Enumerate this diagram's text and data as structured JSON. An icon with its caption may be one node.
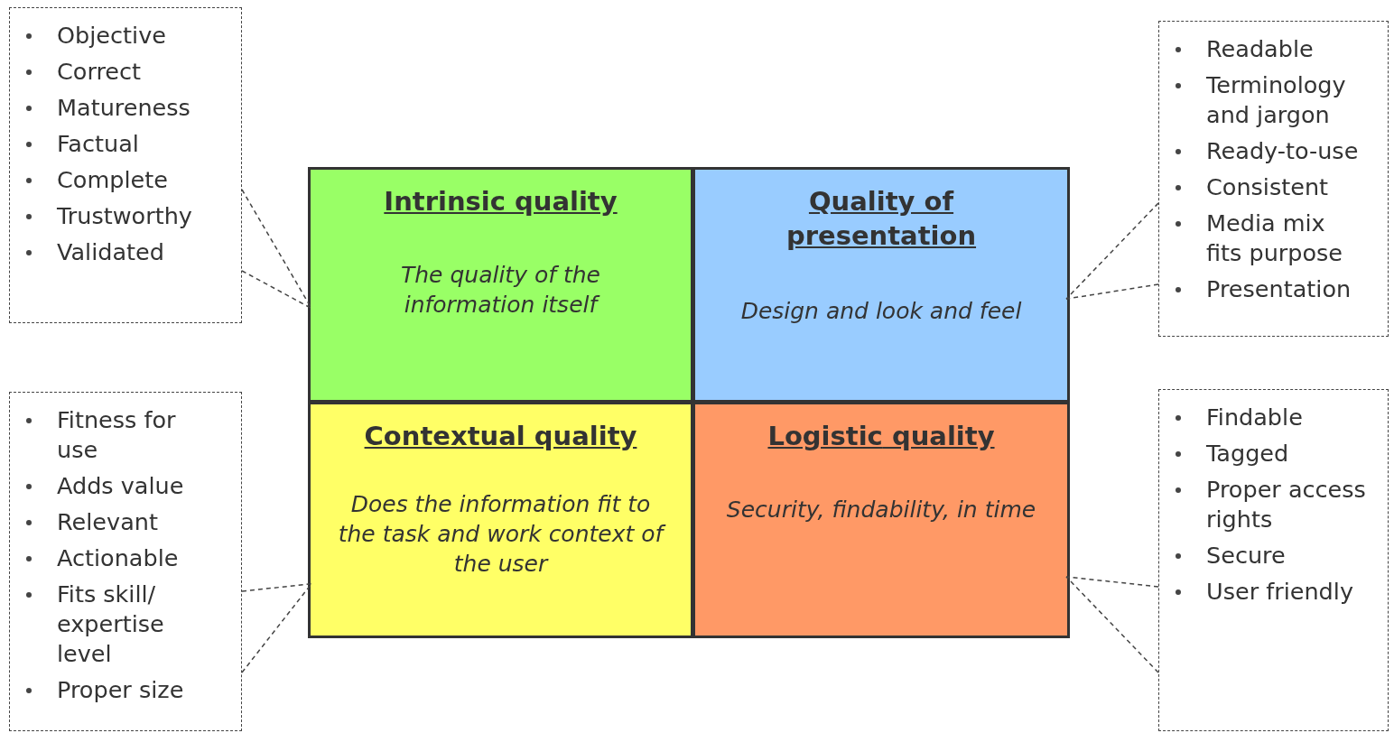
{
  "diagram": {
    "nodes": [
      {
        "text": [
          "Intrinsic quality",
          "The quality of the information itself"
        ]
      },
      {
        "text": [
          "Quality of presentation",
          "Design and look and feel"
        ]
      },
      {
        "text": [
          "Contextual quality",
          "Does the information fit to the task and work context of the user"
        ]
      },
      {
        "text": [
          "**Logistic** quality",
          "Security, findability, in time"
        ]
      },
      {
        "text": [
          "Objective",
          "Correct",
          "Matureness",
          "Factual",
          "Complete",
          "Trustworthy",
          "Validated"
        ]
      },
      {
        "text": [
          "Readable",
          "Terminology and jargon",
          "Ready-to-use",
          "Consistent",
          "Media mix fits purpose",
          "Presentation"
        ]
      },
      {
        "text": [
          "Fitness for use",
          "Adds value",
          "Relevant",
          "Actionable",
          "Fits skill/ expertise level",
          "Proper size"
        ]
      },
      {
        "text": [
          "Findable",
          "Tagged",
          "Proper access rights",
          "Secure",
          "User friendly"
        ]
      }
    ],
    "edges": [
      {
        "from": 4,
        "to": 0,
        "arrow": "none",
        "style": "dashed"
      },
      {
        "from": 5,
        "to": 1,
        "arrow": "none",
        "style": "dashed"
      },
      {
        "from": 6,
        "to": 2,
        "arrow": "none",
        "style": "dashed"
      },
      {
        "from": 7,
        "to": 3,
        "arrow": "none",
        "style": "dashed"
      }
    ]
  }
}
